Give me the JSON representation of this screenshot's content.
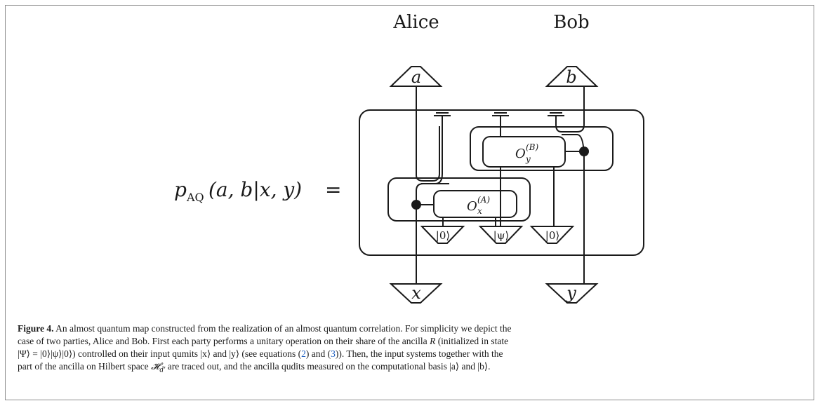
{
  "diagram": {
    "party_labels": {
      "alice": "Alice",
      "bob": "Bob"
    },
    "outputs": {
      "a": "a",
      "b": "b"
    },
    "inputs": {
      "x": "x",
      "y": "y"
    },
    "equation_lhs": "p",
    "equation_sub": "AQ",
    "equation_args": "(a, b|x, y)",
    "equals": "=",
    "op_a_base": "O",
    "op_a_sub": "x",
    "op_a_sup": "(A)",
    "op_b_base": "O",
    "op_b_sub": "y",
    "op_b_sup": "(B)",
    "ancilla_states": [
      "|0⟩",
      "|ψ⟩",
      "|0⟩"
    ]
  },
  "caption": {
    "label": "Figure 4.",
    "line1": "An almost quantum map constructed from the realization of an almost quantum correlation. For simplicity we depict the",
    "line2_a": "case of two parties, Alice and Bob. First each party performs a unitary operation on their share of the ancilla ",
    "line2_R": "R",
    "line2_b": " (initialized in state",
    "line3_a": "|Ψ⟩ = |0⟩|ψ⟩|0⟩) controlled on their input qumits |x⟩ and |y⟩ (see equations (",
    "ref1": "2",
    "line3_b": ") and (",
    "ref2": "3",
    "line3_c": ")). Then, the input systems together with the",
    "line4_a": "part of the ancilla on Hilbert space ",
    "line4_H": "𝓗",
    "line4_Hsub": "d′",
    "line4_b": " are traced out, and the ancilla qudits measured on the computational basis |a⟩ and |b⟩."
  }
}
